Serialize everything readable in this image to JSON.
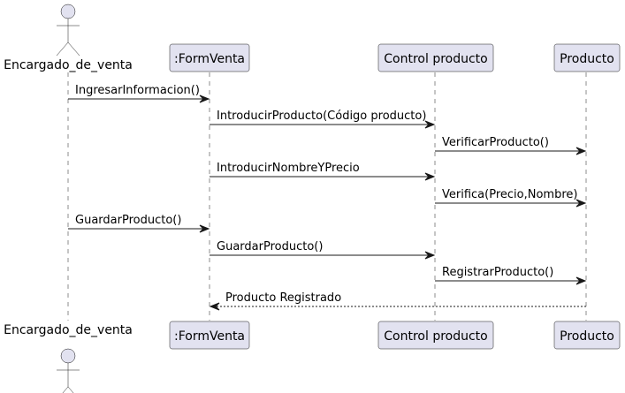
{
  "diagram": {
    "type": "sequence",
    "participants": [
      {
        "id": "encargado",
        "kind": "actor",
        "label": "Encargado_de_venta"
      },
      {
        "id": "formventa",
        "kind": "participant",
        "label": ":FormVenta"
      },
      {
        "id": "control",
        "kind": "participant",
        "label": "Control producto"
      },
      {
        "id": "producto",
        "kind": "participant",
        "label": "Producto"
      }
    ],
    "messages": [
      {
        "from": "encargado",
        "to": "formventa",
        "label": "IngresarInformacion()",
        "style": "sync"
      },
      {
        "from": "formventa",
        "to": "control",
        "label": "IntroducirProducto(Código producto)",
        "style": "sync"
      },
      {
        "from": "control",
        "to": "producto",
        "label": "VerificarProducto()",
        "style": "sync"
      },
      {
        "from": "formventa",
        "to": "control",
        "label": "IntroducirNombreYPrecio",
        "style": "sync"
      },
      {
        "from": "control",
        "to": "producto",
        "label": "Verifica(Precio,Nombre)",
        "style": "sync"
      },
      {
        "from": "encargado",
        "to": "formventa",
        "label": "GuardarProducto()",
        "style": "sync"
      },
      {
        "from": "formventa",
        "to": "control",
        "label": "GuardarProducto()",
        "style": "sync"
      },
      {
        "from": "control",
        "to": "producto",
        "label": "RegistrarProducto()",
        "style": "sync"
      },
      {
        "from": "producto",
        "to": "formventa",
        "label": "Producto Registrado",
        "style": "reply"
      }
    ],
    "colors": {
      "participant_fill": "#e2e2f0",
      "stroke": "#181818",
      "text": "#000000"
    }
  }
}
